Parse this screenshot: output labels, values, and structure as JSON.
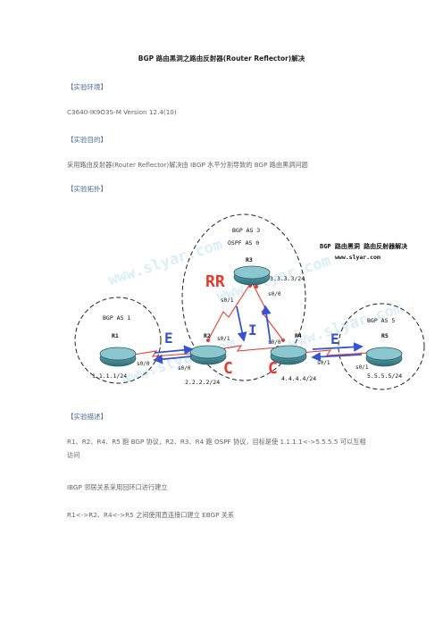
{
  "title": "BGP 路由黑洞之路由反射器(Router Reflector)解决",
  "sections": {
    "env_heading": "【实验环境】",
    "env_text": "C3640-IK9O3S-M Version 12.4(10)",
    "purpose_heading": "【实验目的】",
    "purpose_text": "采用路由反射器(Router Reflector)解决由 IBGP 水平分割导致的 BGP 路由黑洞问题",
    "topo_heading": "【实验拓扑】",
    "desc_heading": "【实验描述】",
    "desc_line1": "R1、R2、R4、R5 跑 BGP 协议，R2、R3、R4 跑 OSPF 协议，目标是使 1.1.1.1<->5.5.5.5 可以互相",
    "desc_line1b": "访问",
    "desc_line2": "IBGP 邻居关系采用回环口进行建立",
    "desc_line3": "R1<->R2、R4<->R5 之间使用直连接口建立 EBGP 关系"
  },
  "diagram": {
    "as1_label": "BGP AS 1",
    "as3_label": "BGP AS 3",
    "ospf_label": "OSPF AS 0",
    "as5_label": "BGP AS 5",
    "caption_title": "BGP 路由黑洞 路由反射器解决",
    "caption_url": "www.slyar.com",
    "watermark": "www.slyar.com",
    "rr_label": "RR",
    "e_label": "E",
    "i_label": "I",
    "c_label": "C",
    "routers": [
      {
        "name": "R1",
        "ip": "1.1.1.1/24"
      },
      {
        "name": "R2",
        "ip": "2.2.2.2/24"
      },
      {
        "name": "R3",
        "ip": "3.3.3.3/24"
      },
      {
        "name": "R4",
        "ip": "4.4.4.4/24"
      },
      {
        "name": "R5",
        "ip": "5.5.5.5/24"
      }
    ],
    "interfaces": {
      "r1_s00": "s0/0",
      "r2_s00": "s0/0",
      "r2_s01a": "s0/1",
      "r2_s01b": "s0/1",
      "r3_s00": "s0/0",
      "r4_s00": "s0/0",
      "r4_s01": "s0/1",
      "r5_s01": "s0/1"
    },
    "colors": {
      "link": "#e8392d",
      "annotation_red": "#e8392d",
      "annotation_blue": "#3652d6",
      "router": "#3f8a96"
    }
  }
}
